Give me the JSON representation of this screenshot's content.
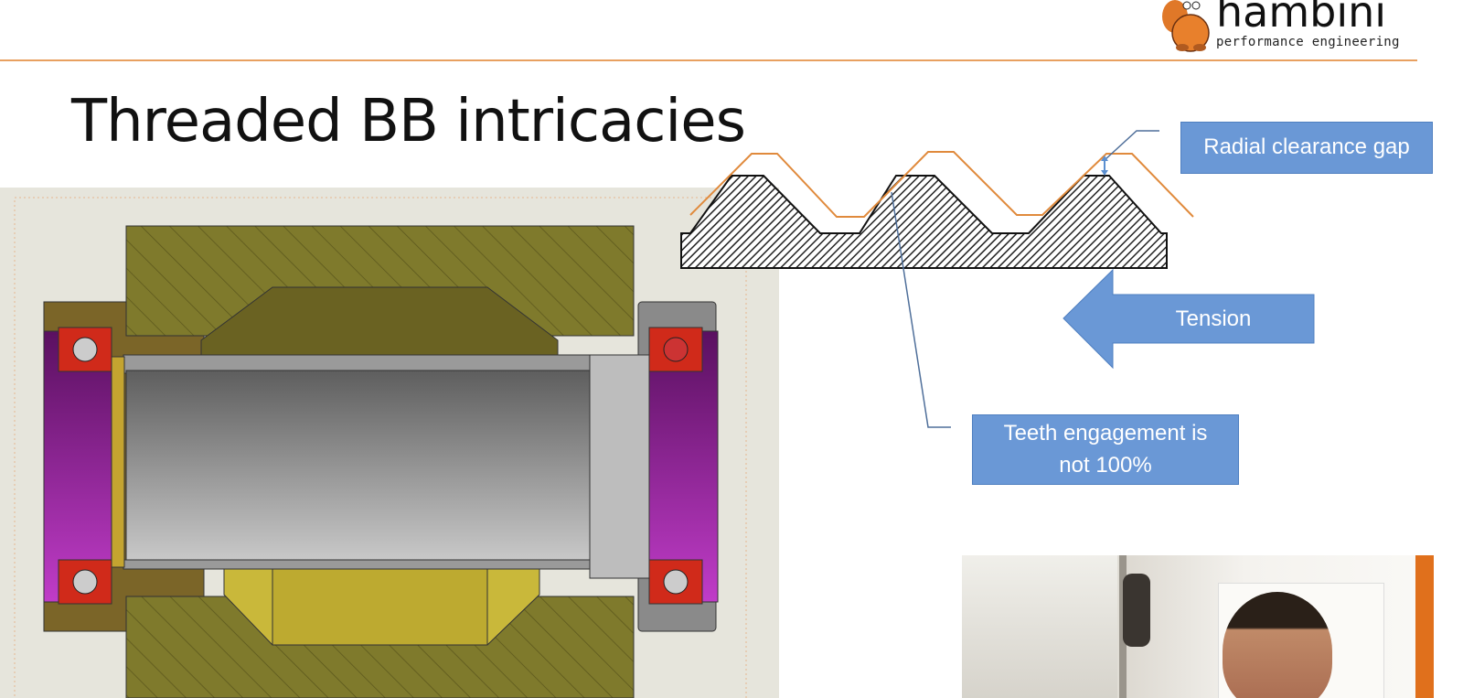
{
  "slide": {
    "title": "Threaded BB intricacies",
    "logo": {
      "name": "hambini",
      "tagline": "performance engineering"
    },
    "labels": {
      "radial_clearance": "Radial clearance gap",
      "tension": "Tension",
      "teeth_engagement": "Teeth engagement is not 100%"
    }
  },
  "colors": {
    "accent_line": "#e8a060",
    "callout_box": "#6a98d6",
    "thread_outline": "#e08a3c"
  }
}
